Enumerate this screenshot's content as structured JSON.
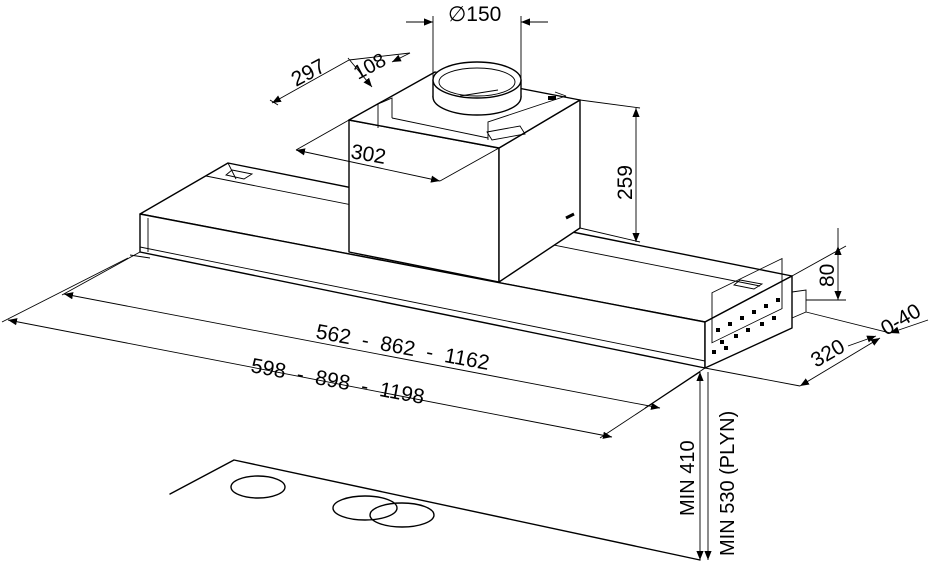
{
  "diagram": {
    "dimensions": {
      "duct_diameter": "∅150",
      "depth_297": "297",
      "offset_108": "108",
      "width_302": "302",
      "height_259": "259",
      "height_80": "80",
      "adjust_0_40": "0-40",
      "depth_320": "320",
      "inner_widths": "562  -  862  -  1162",
      "outer_widths": "598  -  898  -  1198",
      "min_410": "MIN 410",
      "min_530": "MIN 530 (PLYN)"
    }
  }
}
